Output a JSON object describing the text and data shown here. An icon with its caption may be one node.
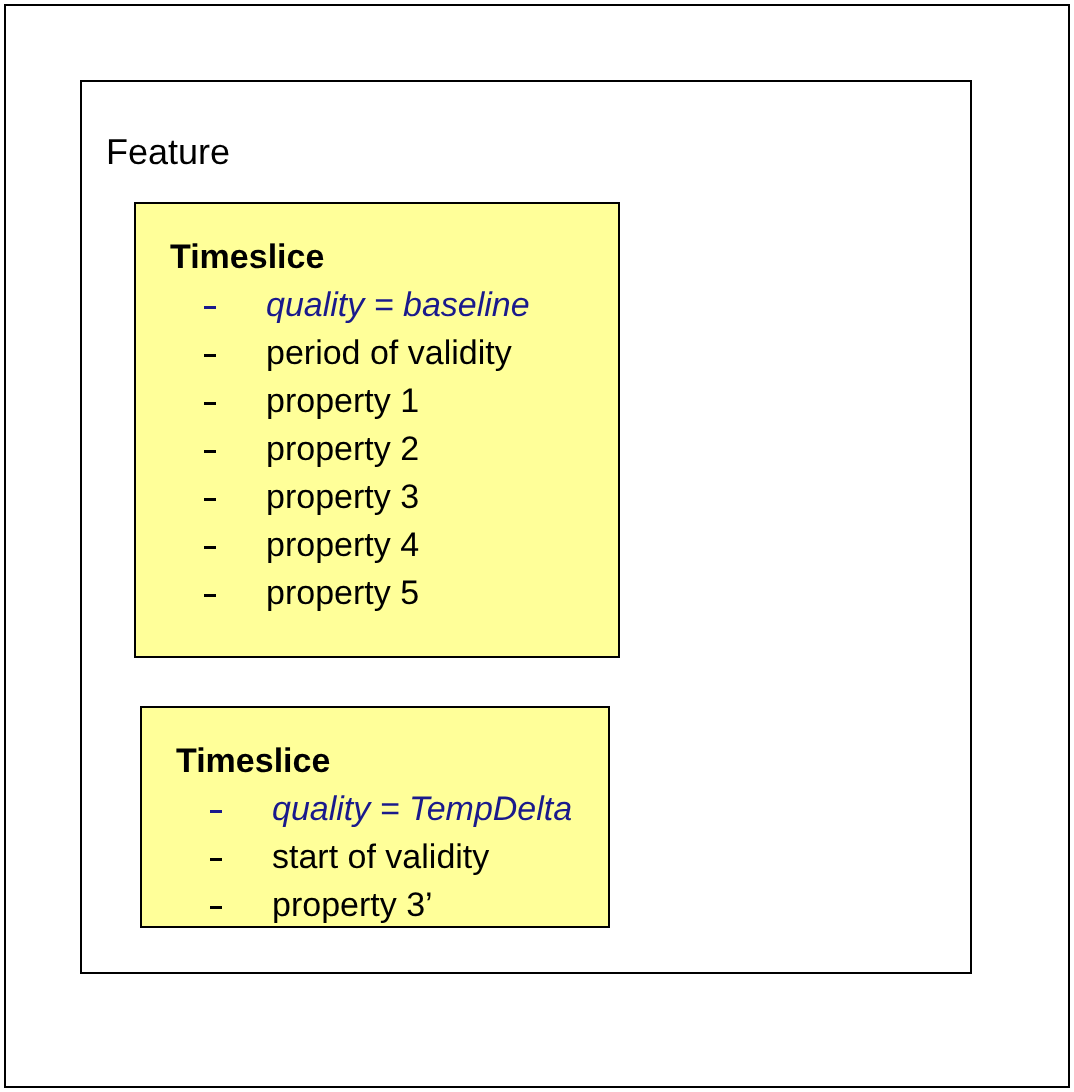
{
  "diagram": {
    "nodes": [
      {
        "text": [
          "Feature"
        ]
      },
      {
        "text": [
          "Timeslice",
          "quality = baseline",
          "period of validity",
          "property 1",
          "property 2",
          "property 3",
          "property 4",
          "property 5"
        ],
        "in": 0
      },
      {
        "text": [
          "Timeslice",
          "quality = TempDelta",
          "start of validity",
          "property 3’"
        ],
        "in": 0
      }
    ]
  }
}
